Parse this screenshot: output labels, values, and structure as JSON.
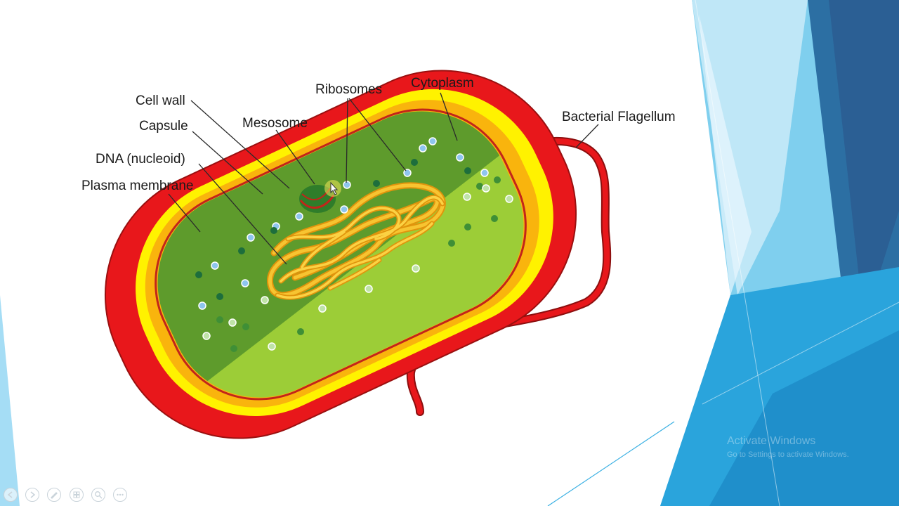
{
  "diagram": {
    "labels": {
      "cell_wall": "Cell wall",
      "capsule": "Capsule",
      "dna": "DNA (nucleoid)",
      "plasma_membrane": "Plasma membrane",
      "mesosome": "Mesosome",
      "ribosomes": "Ribosomes",
      "cytoplasm": "Cytoplasm",
      "flagellum": "Bacterial Flagellum"
    }
  },
  "watermark": {
    "line1": "Activate Windows",
    "line2": "Go to Settings to activate Windows."
  },
  "slideshow_controls": [
    "previous-icon",
    "next-icon",
    "pen-icon",
    "slides-grid-icon",
    "zoom-icon",
    "more-icon"
  ],
  "colors": {
    "capsule": "#e8171b",
    "cell_wall": "#fff200",
    "membrane": "#f9b40d",
    "cytoplasm_dark": "#5e9b2c",
    "cytoplasm_light": "#9ccd37",
    "dna": "#f5b11a",
    "background_blue": "#29a3db"
  }
}
